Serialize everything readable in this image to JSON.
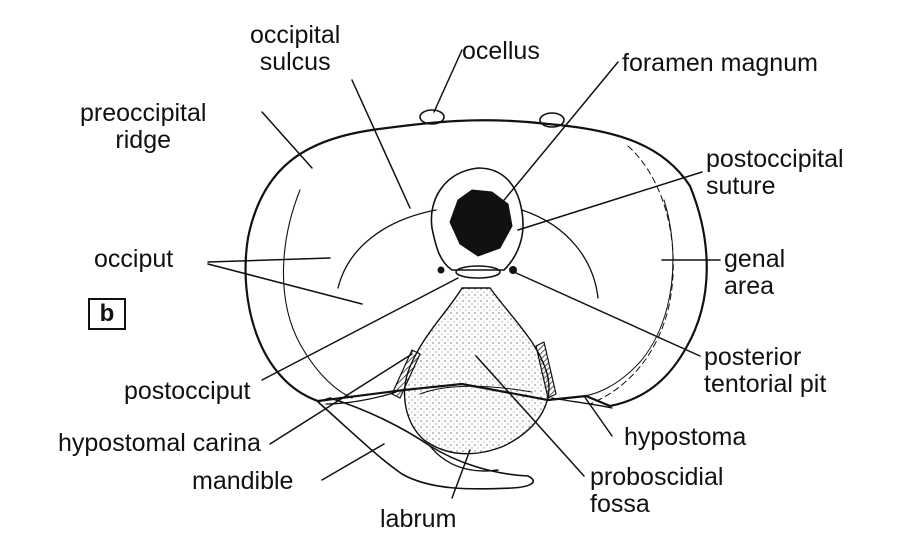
{
  "figure": {
    "panel_letter": "b",
    "labels": {
      "occipital_sulcus": [
        "occipital",
        "sulcus"
      ],
      "ocellus": "ocellus",
      "foramen_magnum": "foramen  magnum",
      "preoccipital_ridge": [
        "preoccipital",
        "ridge"
      ],
      "postoccipital_suture": [
        "postoccipital",
        "suture"
      ],
      "occiput": "occiput",
      "genal_area": [
        "genal",
        "area"
      ],
      "posterior_tentorial_pit": [
        "posterior",
        "tentorial  pit"
      ],
      "postocciput": "postocciput",
      "hypostomal_carina": "hypostomal carina",
      "hypostoma": "hypostoma",
      "mandible": "mandible",
      "proboscidial_fossa": [
        "proboscidial",
        "fossa"
      ],
      "labrum": "labrum"
    }
  }
}
